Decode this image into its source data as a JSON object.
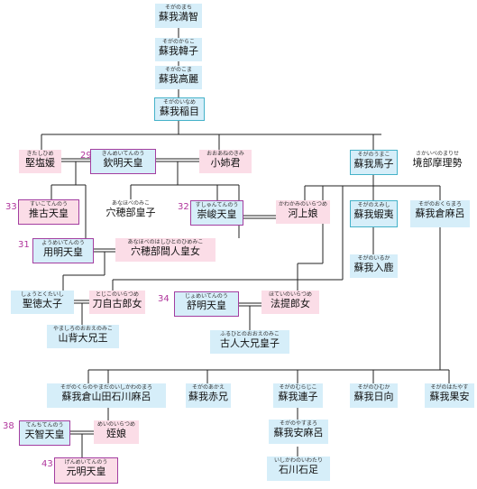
{
  "nodes": {
    "machi": {
      "ruby": "そがのまち",
      "name": "蘇我満智"
    },
    "karako": {
      "ruby": "そがのからこ",
      "name": "蘇我韓子"
    },
    "koma": {
      "ruby": "そがのこま",
      "name": "蘇我高麗"
    },
    "iname": {
      "ruby": "そがのいなめ",
      "name": "蘇我稲目"
    },
    "kitashi": {
      "ruby": "きたしひめ",
      "name": "堅塩媛"
    },
    "kinmei": {
      "ruby": "きんめいてんのう",
      "name": "欽明天皇"
    },
    "oane": {
      "ruby": "おおあねのきみ",
      "name": "小姉君"
    },
    "umako": {
      "ruby": "そがのうまこ",
      "name": "蘇我馬子"
    },
    "marise": {
      "ruby": "さかいべのまりせ",
      "name": "境部摩理勢"
    },
    "suiko": {
      "ruby": "すいこてんのう",
      "name": "推古天皇"
    },
    "anahobe": {
      "ruby": "あなほべのみこ",
      "name": "穴穂部皇子"
    },
    "sushun": {
      "ruby": "すしゅんてんのう",
      "name": "崇峻天皇"
    },
    "kawakami": {
      "ruby": "かわかみのいらつめ",
      "name": "河上娘"
    },
    "emishi": {
      "ruby": "そがのえみし",
      "name": "蘇我蝦夷"
    },
    "kuramaro": {
      "ruby": "そがのおくらまろ",
      "name": "蘇我倉麻呂"
    },
    "yomei": {
      "ruby": "ようめいてんのう",
      "name": "用明天皇"
    },
    "hashihito": {
      "ruby": "あなほべのはしひとのひめみこ",
      "name": "穴穂部間人皇女"
    },
    "iruka": {
      "ruby": "そがのいるか",
      "name": "蘇我入鹿"
    },
    "shotoku": {
      "ruby": "しょうとくたいし",
      "name": "聖徳太子"
    },
    "tojiko": {
      "ruby": "とじこのいらつめ",
      "name": "刀自古郎女"
    },
    "jomei": {
      "ruby": "じょめいてんのう",
      "name": "舒明天皇"
    },
    "hote": {
      "ruby": "ほていのいらつめ",
      "name": "法提郎女"
    },
    "yamashiro": {
      "ruby": "やましろのおおえのみこ",
      "name": "山背大兄王"
    },
    "furuhito": {
      "ruby": "ふるひとのおおえのみこ",
      "name": "古人大兄皇子"
    },
    "kurayamada": {
      "ruby": "そがのくらのやまだのいしかわのまろ",
      "name": "蘇我倉山田石川麻呂"
    },
    "akae": {
      "ruby": "そがのあかえ",
      "name": "蘇我赤兄"
    },
    "muraji": {
      "ruby": "そがのむらじこ",
      "name": "蘇我連子"
    },
    "himuka": {
      "ruby": "そがのひむか",
      "name": "蘇我日向"
    },
    "hatayasu": {
      "ruby": "そがのはたやす",
      "name": "蘇我果安"
    },
    "tenji": {
      "ruby": "てんちてんのう",
      "name": "天智天皇"
    },
    "mei": {
      "ruby": "めいのいらつめ",
      "name": "姪娘"
    },
    "yasumaro": {
      "ruby": "そがのやすまろ",
      "name": "蘇我安麻呂"
    },
    "iwatari": {
      "ruby": "いしかわのいわたり",
      "name": "石川石足"
    },
    "genmei": {
      "ruby": "げんめいてんのう",
      "name": "元明天皇"
    }
  },
  "reign_numbers": {
    "kinmei": "29",
    "suiko": "33",
    "sushun": "32",
    "yomei": "31",
    "jomei": "34",
    "tenji": "38",
    "genmei": "43"
  }
}
